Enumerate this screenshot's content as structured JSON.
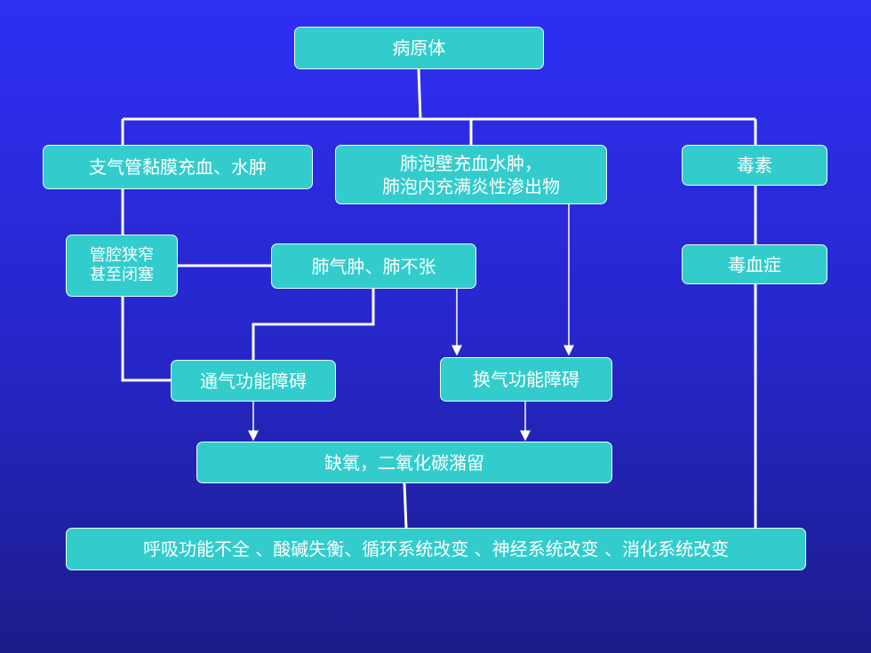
{
  "nodes": {
    "pathogen": "病原体",
    "bronchial": "支气管黏膜充血、水肿",
    "alveolar": "肺泡壁充血水肿，\n肺泡内充满炎性渗出物",
    "toxin": "毒素",
    "lumen": "管腔狭窄\n甚至闭塞",
    "emphysema": "肺气肿、肺不张",
    "toxemia": "毒血症",
    "ventilation": "通气功能障碍",
    "exchange": "换气功能障碍",
    "hypoxia": "缺氧，二氧化碳潴留",
    "outcome": "呼吸功能不全 、酸碱失衡、循环系统改变 、神经系统改变 、消化系统改变"
  },
  "colors": {
    "box_fill": "#33cccc",
    "line": "#ffffff",
    "text": "#ffffff"
  }
}
